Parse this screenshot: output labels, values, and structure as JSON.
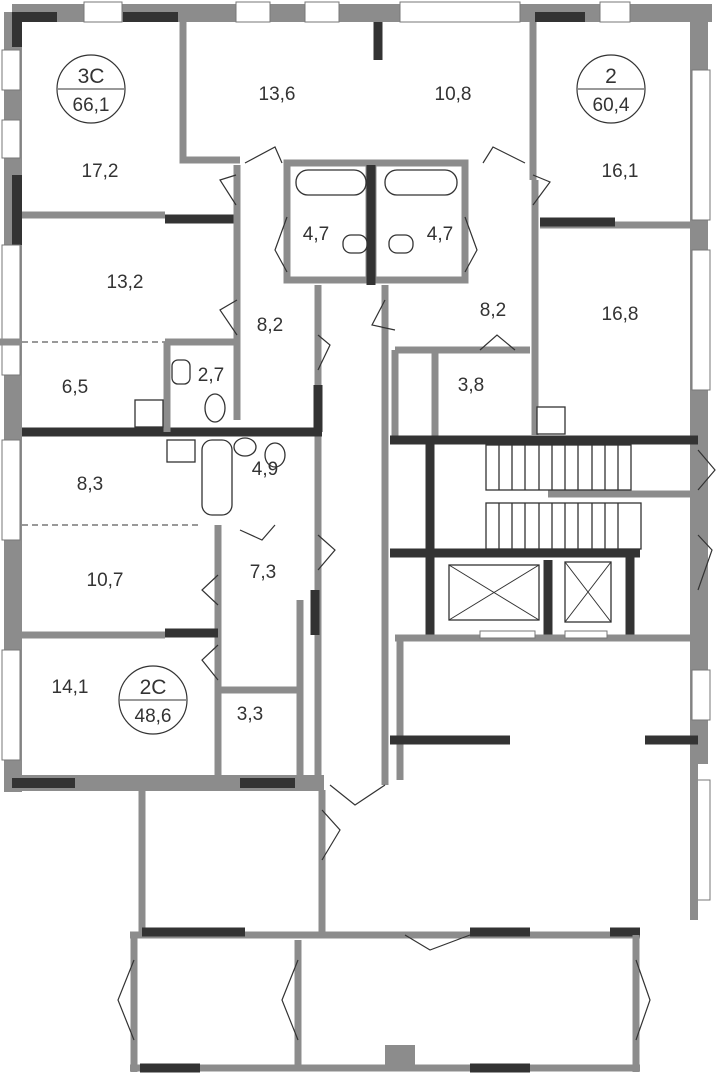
{
  "apartments": [
    {
      "type": "3С",
      "area": "66,1"
    },
    {
      "type": "2",
      "area": "60,4"
    },
    {
      "type": "2С",
      "area": "48,6"
    }
  ],
  "rooms": [
    "17,2",
    "13,6",
    "10,8",
    "16,1",
    "4,7",
    "4,7",
    "13,2",
    "8,2",
    "8,2",
    "16,8",
    "6,5",
    "2,7",
    "3,8",
    "8,3",
    "4,9",
    "10,7",
    "7,3",
    "14,1",
    "3,3"
  ],
  "colors": {
    "wall_light": "#8c8c8c",
    "wall_dark": "#333333"
  }
}
